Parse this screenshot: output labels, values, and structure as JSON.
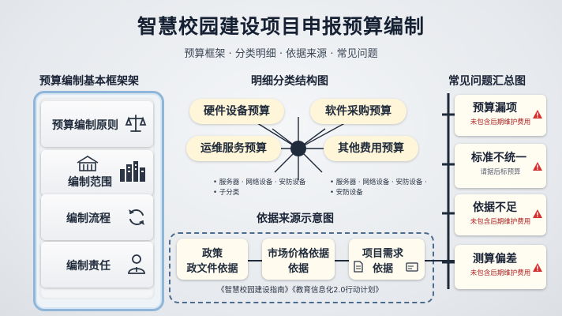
{
  "header": {
    "title": "智慧校园建设项目申报预算编制",
    "subtitle": "预算框架 · 分类明细 · 依据来源 · 常见问题"
  },
  "framework": {
    "title": "预算编制基本框架架",
    "items": [
      {
        "label": "预算编制原则",
        "icon": "scale-icon"
      },
      {
        "label": "编制范围",
        "icon": "building-icon"
      },
      {
        "label": "编制流程",
        "icon": "cycle-icon"
      },
      {
        "label": "编制责任",
        "icon": "person-icon"
      }
    ]
  },
  "categories": {
    "title": "明细分类结构图",
    "items": [
      {
        "label": "硬件设备预算"
      },
      {
        "label": "软件采购预算"
      },
      {
        "label": "运维服务预算"
      },
      {
        "label": "其他费用预算"
      }
    ],
    "notes_left": [
      "服务器 · 网络设备 · 安防设备",
      "子分类"
    ],
    "notes_right": [
      "服务器 · 网络设备 · 安防设备 ·",
      "安防设备"
    ]
  },
  "sources": {
    "title": "依据来源示意图",
    "items": [
      {
        "line1": "政策",
        "line2": "政文件依据"
      },
      {
        "line1": "市场价格依据",
        "line2": "依据"
      },
      {
        "line1": "项目需求",
        "line2": "依据"
      }
    ],
    "reference": "《智慧校园建设指南》《教育信息化2.0行动计划》"
  },
  "faq": {
    "title": "常见问题汇总图",
    "items": [
      {
        "title": "预算漏项",
        "desc": "未包含后期维护费用"
      },
      {
        "title": "标准不统一",
        "desc": "请据后标预算"
      },
      {
        "title": "依据不足",
        "desc": "未包含后期维护费用"
      },
      {
        "title": "测算偏差",
        "desc": "未包含后期维护费用"
      }
    ]
  },
  "colors": {
    "frame_border": "#8fb6d9",
    "pill_bg": "#fff6d9",
    "warning": "#d32f2f",
    "dark_line": "#1f2a3a"
  }
}
